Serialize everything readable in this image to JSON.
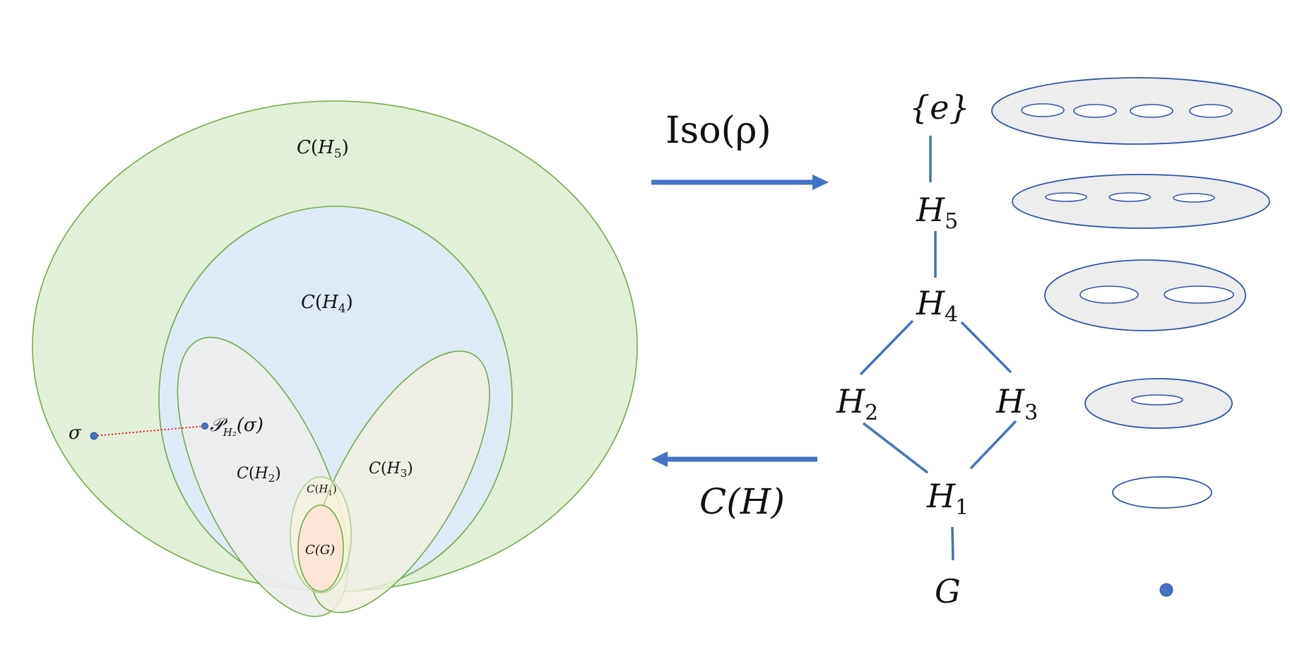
{
  "colors": {
    "green_fill": "#e2efd9",
    "blue_fill": "#deebf7",
    "gray_fill": "#ededed",
    "beige_fill": "#f1efe0",
    "peach_fill": "#fbe5d6",
    "region_stroke": "#70ad47",
    "arrow_blue": "#4472c4",
    "surface_fill": "#ededed",
    "surface_stroke": "#2f55a4",
    "point_red": "#e00000"
  },
  "venn": {
    "h5": {
      "base": "C",
      "sub": "5"
    },
    "h4": {
      "base": "C",
      "sub": "4"
    },
    "h2": {
      "base": "C",
      "sub": "2"
    },
    "h3": {
      "base": "C",
      "sub": "3"
    },
    "h1": {
      "base": "C",
      "sub": "1"
    },
    "g": {
      "label": "C(G)"
    },
    "sigma": "σ",
    "projection": {
      "script": "𝒫",
      "sub": "H₂",
      "arg": "(σ)"
    }
  },
  "arrows": {
    "forward_label": "Iso(ρ)",
    "backward_label": "C(H)"
  },
  "lattice": {
    "top": "{e}",
    "h5": {
      "base": "H",
      "sub": "5"
    },
    "h4": {
      "base": "H",
      "sub": "4"
    },
    "h2": {
      "base": "H",
      "sub": "2"
    },
    "h3": {
      "base": "H",
      "sub": "3"
    },
    "h1": {
      "base": "H",
      "sub": "1"
    },
    "bottom": "G"
  },
  "surfaces": {
    "genus": [
      4,
      3,
      2,
      1,
      0
    ],
    "final_point": "point"
  }
}
